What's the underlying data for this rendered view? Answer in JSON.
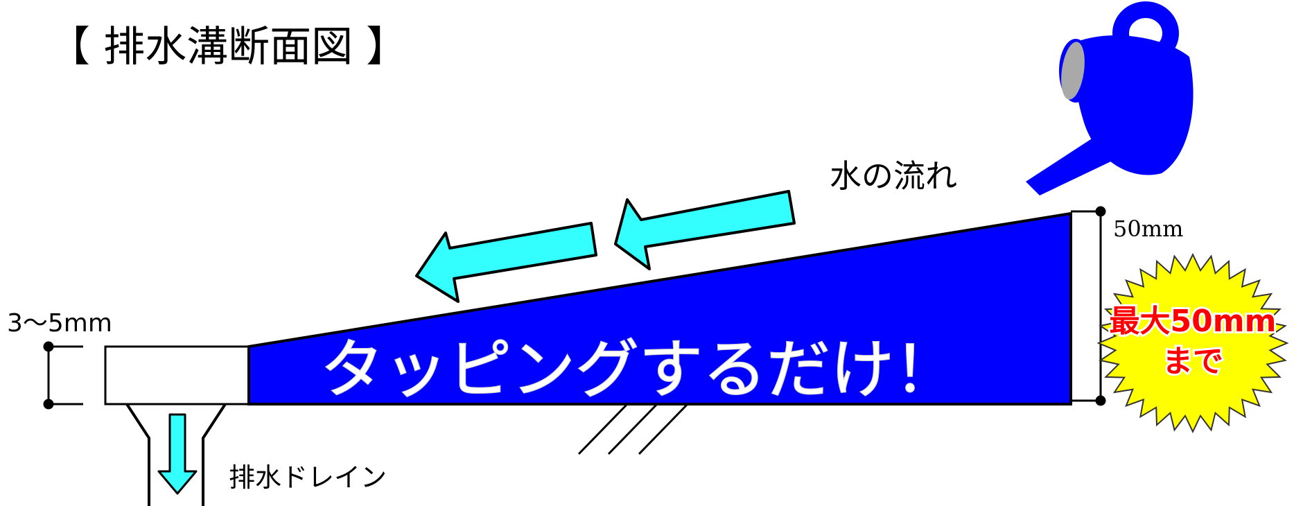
{
  "title": "【 排水溝断面図 】",
  "water_flow_label": "水の流れ",
  "height_label": "50mm",
  "min_thickness_label": "3〜5mm",
  "tapping_label": "タッピングするだけ！",
  "drain_label": "排水ドレイン",
  "burst": {
    "line1": "最大50mm",
    "line2": "まで"
  },
  "colors": {
    "slope_fill": "#0000ff",
    "arrow_fill": "#33ffff",
    "burst_fill": "#ffff00",
    "burst_text": "#ff0000",
    "watering_can": "#0000ff"
  },
  "icons": [
    "watering-can-icon",
    "flow-arrow-icon",
    "drain-arrow-icon"
  ]
}
